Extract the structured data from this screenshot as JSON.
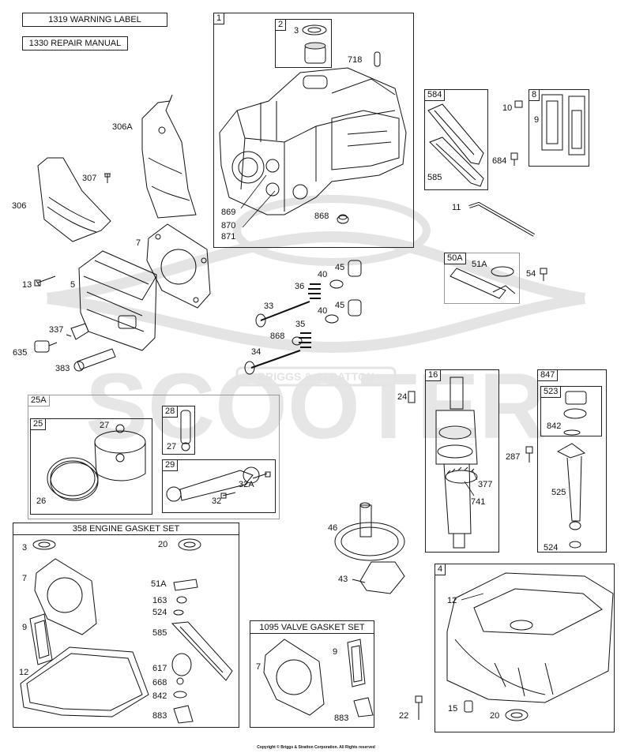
{
  "watermark": {
    "text": "SCOOTER",
    "brand": "BRIGGS & STRATTON"
  },
  "header_boxes": [
    {
      "id": "warning",
      "text": "1319 WARNING LABEL"
    },
    {
      "id": "manual",
      "text": "1330 REPAIR MANUAL"
    }
  ],
  "sections": {
    "block": "1",
    "block_sub": "2",
    "breather": "584",
    "breather_sub": "8",
    "cover_50a": "50A",
    "piston_outer": "25A",
    "piston_inner": "25",
    "pin": "28",
    "rod": "29",
    "crank": "16",
    "dipstick": "847",
    "dipstick_sub": "523",
    "sump": "4"
  },
  "gasket_set": {
    "title": "358 ENGINE GASKET SET",
    "labels": [
      "3",
      "7",
      "9",
      "12",
      "20",
      "51A",
      "163",
      "524",
      "585",
      "617",
      "668",
      "842",
      "883"
    ]
  },
  "valve_set": {
    "title": "1095 VALVE GASKET SET",
    "labels": [
      "7",
      "9",
      "883"
    ]
  },
  "labels": {
    "l3": "3",
    "l718": "718",
    "l306A": "306A",
    "l307": "307",
    "l306": "306",
    "l869": "869",
    "l870": "870",
    "l871": "871",
    "l868a": "868",
    "l10": "10",
    "l9": "9",
    "l684": "684",
    "l585": "585",
    "l11": "11",
    "l51A": "51A",
    "l54": "54",
    "l7": "7",
    "l13": "13",
    "l5": "5",
    "l337": "337",
    "l635": "635",
    "l383": "383",
    "l36": "36",
    "l40a": "40",
    "l45a": "45",
    "l33": "33",
    "l40b": "40",
    "l45b": "45",
    "l35": "35",
    "l868b": "868",
    "l34": "34",
    "l24": "24",
    "l27a": "27",
    "l26": "26",
    "l27b": "27",
    "l32A": "32A",
    "l32": "32",
    "l377": "377",
    "l741": "741",
    "l842": "842",
    "l287": "287",
    "l525": "525",
    "l524": "524",
    "l46": "46",
    "l43": "43",
    "l12": "12",
    "l15": "15",
    "l20": "20",
    "l22": "22"
  },
  "copyright": "Copyright © Briggs & Stratton Corporation. All Rights reserved"
}
